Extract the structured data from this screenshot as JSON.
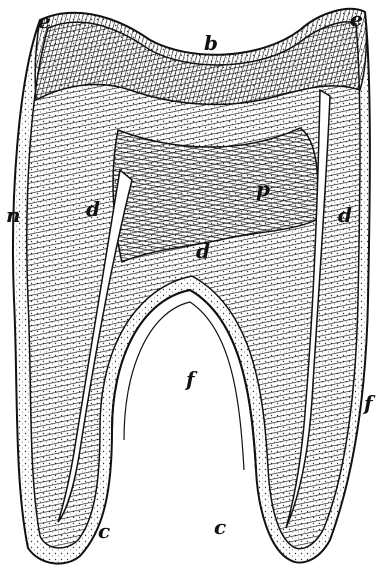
{
  "figure": {
    "labels": {
      "enamel_left": "e",
      "enamel_right": "e",
      "crown_top": "b",
      "dentine_left": "d",
      "dentine_right": "d",
      "dentine_center": "d",
      "pulp": "p",
      "nerve": "n",
      "cement_left": "f",
      "cement_right": "f",
      "root_tip_left": "c",
      "root_tip_right": "c"
    },
    "colors": {
      "ink": "#111111",
      "paper": "#ffffff",
      "cement": "#f4f2ec"
    }
  }
}
